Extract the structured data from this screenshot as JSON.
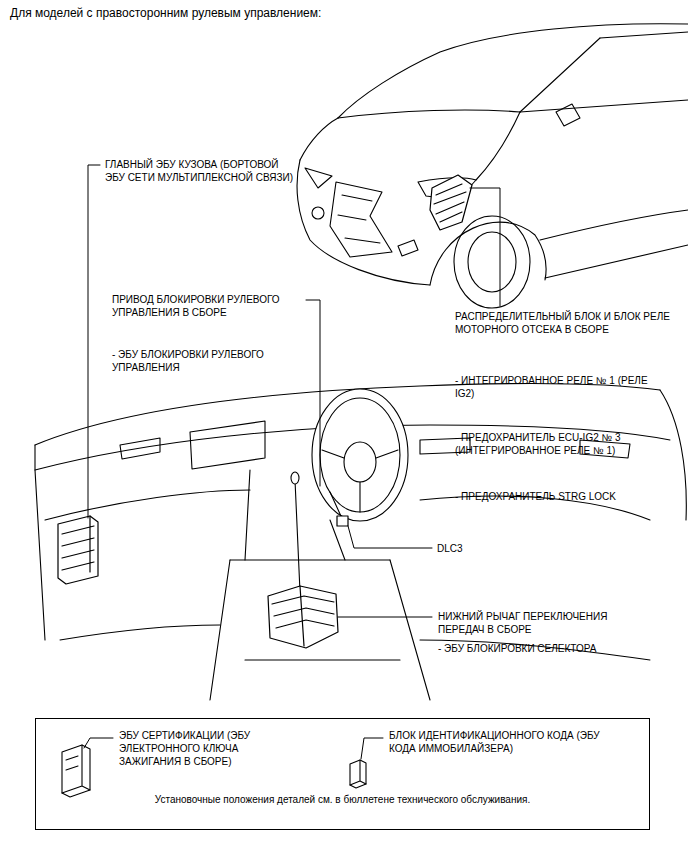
{
  "diagram": {
    "title": "Для моделей с правосторонним рулевым управлением:",
    "nodes": [
      {
        "text": [
          "ЭБУ СЕРТИФИКАЦИИ (ЭБУ ЭЛЕКТРОННОГО КЛЮЧА ЗАЖИГАНИЯ В СБОРЕ)",
          "БЛОК ИДЕНТИФИКАЦИОННОГО КОДА (ЭБУ КОДА ИММОБИЛАЙЗЕРА)",
          "Установочные положения деталей см. в бюллетене технического обслуживания."
        ]
      }
    ],
    "labels": [
      "ГЛАВНЫЙ ЭБУ КУЗОВА (БОРТОВОЙ ЭБУ СЕТИ МУЛЬТИПЛЕКСНОЙ СВЯЗИ)",
      "ПРИВОД БЛОКИРОВКИ РУЛЕВОГО УПРАВЛЕНИЯ В СБОРЕ",
      "РАСПРЕДЕЛИТЕЛЬНЫЙ БЛОК И БЛОК РЕЛЕ МОТОРНОГО ОТСЕКА В СБОРЕ",
      "- ЭБУ БЛОКИРОВКИ РУЛЕВОГО УПРАВЛЕНИЯ",
      "- ИНТЕГРИРОВАННОЕ РЕЛЕ № 1 (РЕЛЕ IG2)",
      "- ПРЕДОХРАНИТЕЛЬ ECU-IG2 № 3 (ИНТЕГРИРОВАННОЕ РЕЛЕ № 1)",
      "- ПРЕДОХРАНИТЕЛЬ STRG LOCK",
      "DLC3",
      "НИЖНИЙ РЫЧАГ ПЕРЕКЛЮЧЕНИЯ ПЕРЕДАЧ В СБОРЕ",
      "- ЭБУ БЛОКИРОВКИ СЕЛЕКТОРА"
    ]
  }
}
